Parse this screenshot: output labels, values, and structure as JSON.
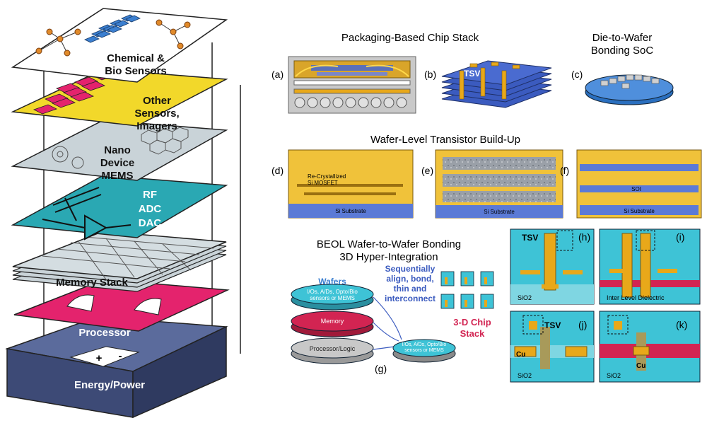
{
  "stack_layers": {
    "chemical": "Chemical &",
    "bio": "Bio Sensors",
    "other": "Other",
    "sensors": "Sensors,",
    "imagers": "Imagers",
    "nano": "Nano",
    "device": "Device",
    "mems": "MEMS",
    "rf": "RF",
    "adc": "ADC",
    "dac": "DAC",
    "memory": "Memory Stack",
    "processor": "Processor",
    "energy": "Energy/Power",
    "plus": "+",
    "minus": "-"
  },
  "sections": {
    "packaging": "Packaging-Based Chip Stack",
    "die_wafer_1": "Die-to-Wafer",
    "die_wafer_2": "Bonding SoC",
    "wafer_level": "Wafer-Level Transistor Build-Up",
    "beol_1": "BEOL Wafer-to-Wafer Bonding",
    "beol_2": "3D Hyper-Integration"
  },
  "panel_labels": {
    "a": "(a)",
    "b": "(b)",
    "c": "(c)",
    "d": "(d)",
    "e": "(e)",
    "f": "(f)",
    "g": "(g)",
    "h": "(h)",
    "i": "(i)",
    "j": "(j)",
    "k": "(k)"
  },
  "panel_text": {
    "tsv": "TSV",
    "recryst_1": "Re-Crystallized",
    "recryst_2": "Si MOSFET",
    "si_substrate": "Si Substrate",
    "soi": "SOI",
    "sio2": "SiO2",
    "ild": "Inter Level Dielectric",
    "cu": "Cu"
  },
  "beol": {
    "wafers": "Wafers",
    "top_wafer_1": "I/Os, A/Ds, Opto/Bio",
    "top_wafer_2": "sensors or MEMS",
    "memory": "Memory",
    "processor": "Processor/Logic",
    "seq_1": "Sequentially",
    "seq_2": "align, bond,",
    "seq_3": "thin and",
    "seq_4": "interconnect",
    "chip_1": "3-D Chip",
    "chip_2": "Stack"
  },
  "colors": {
    "white_layer": "#ffffff",
    "yellow_layer": "#f2d82a",
    "gray_layer": "#c9d3d8",
    "teal_layer": "#2aa8b3",
    "magenta_layer": "#e4236d",
    "navy_base": "#4a5a8c",
    "chip_blue": "#3b7fd0",
    "gold": "#e8a81a",
    "cyan": "#3ec3d6"
  }
}
